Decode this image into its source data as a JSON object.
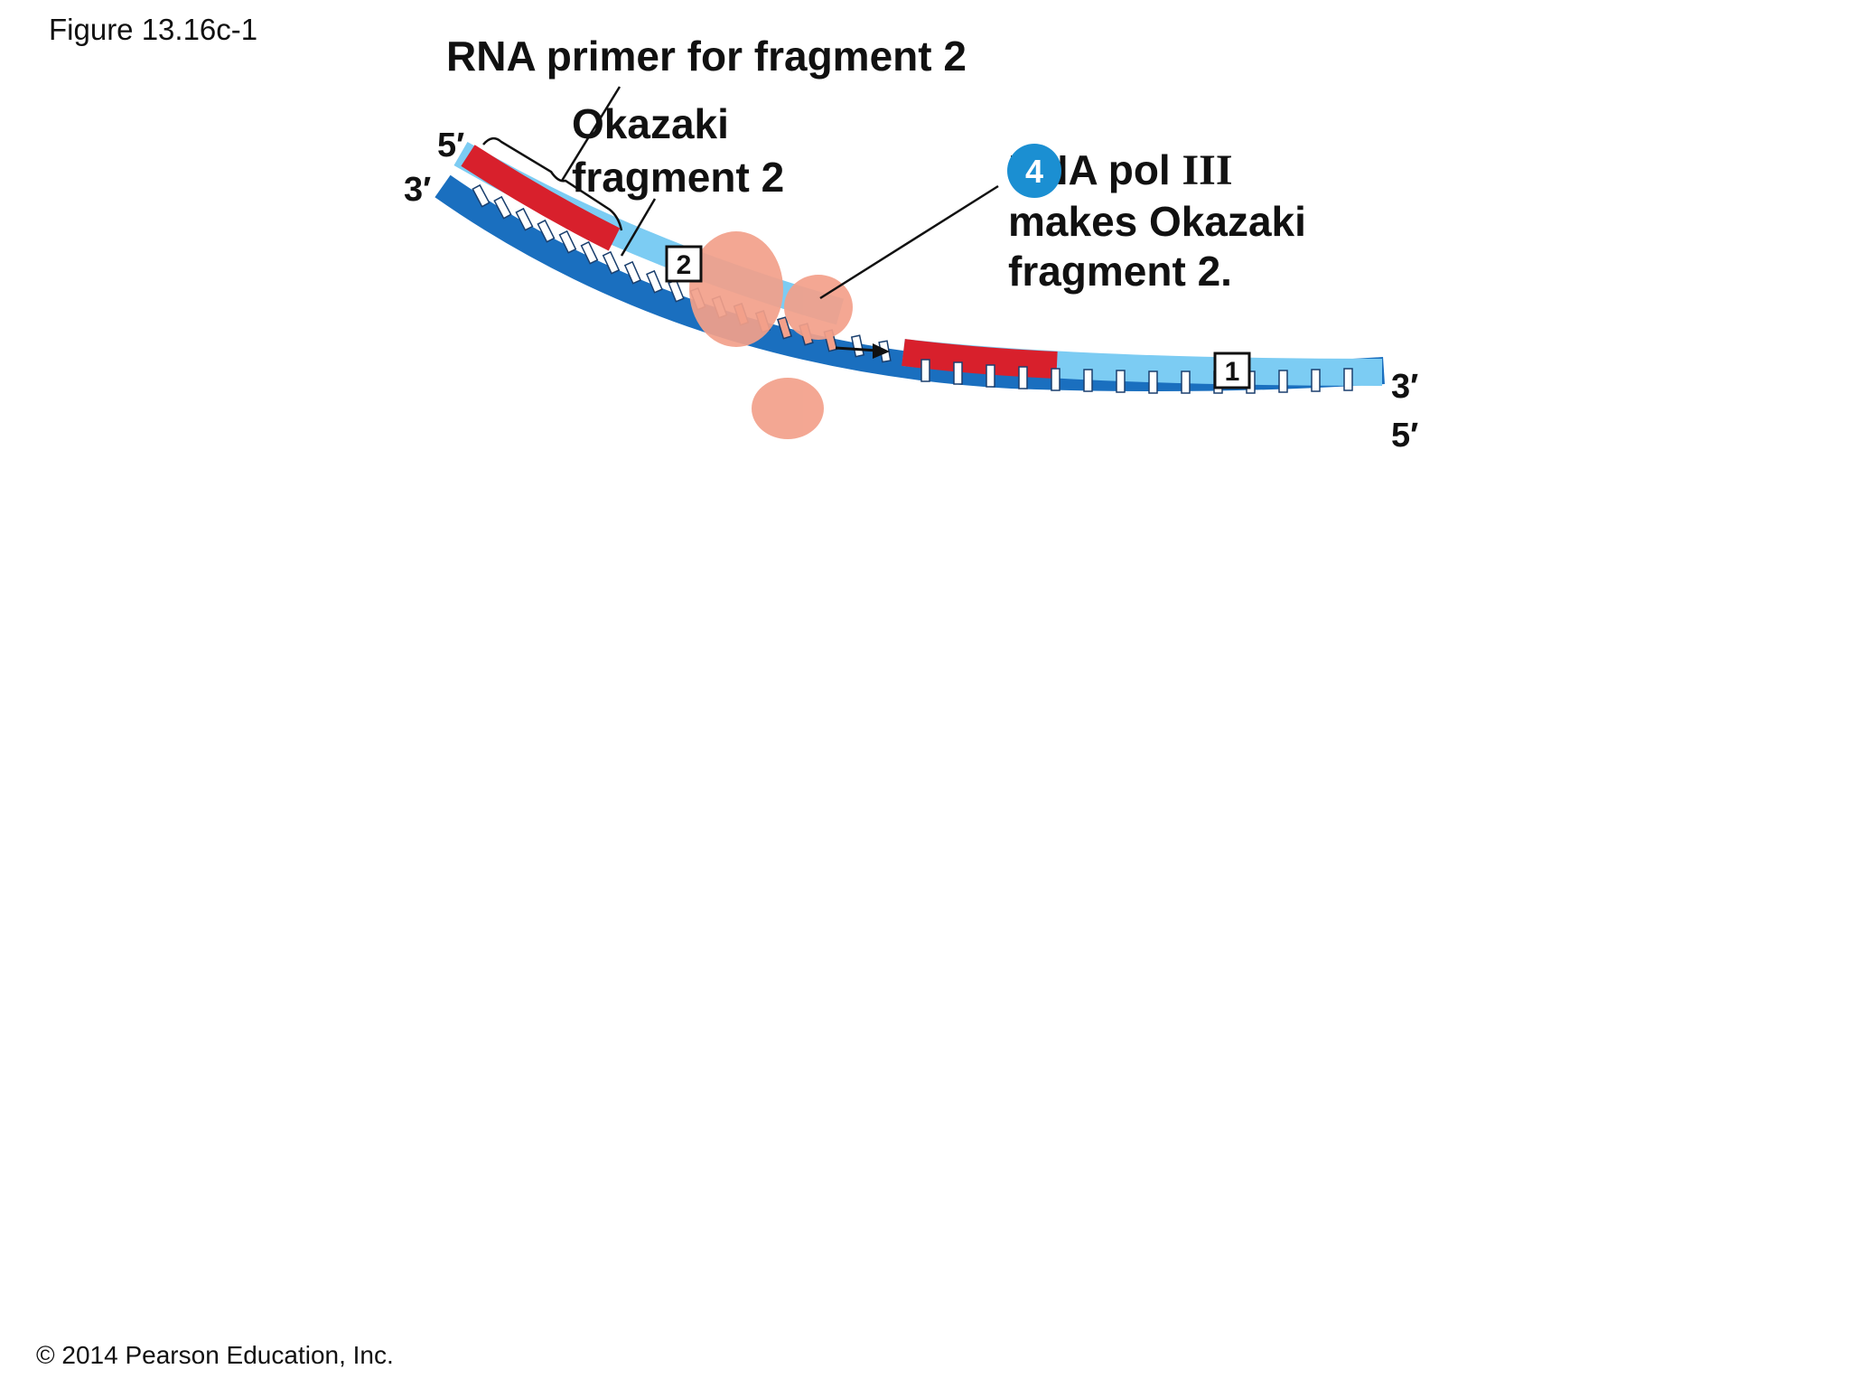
{
  "figure_title": "Figure 13.16c-1",
  "copyright": "© 2014 Pearson Education, Inc.",
  "labels": {
    "rna_primer": "RNA primer for fragment 2",
    "okazaki_line1": "Okazaki",
    "okazaki_line2": "fragment 2",
    "step_number": "4",
    "step_line1_a": "DNA pol ",
    "step_line1_b": "III",
    "step_line2": "makes Okazaki",
    "step_line3": "fragment 2."
  },
  "ends": {
    "top_left_5": "5′",
    "top_left_3": "3′",
    "right_3": "3′",
    "right_5": "5′"
  },
  "fragment_boxes": {
    "fragment2": "2",
    "fragment1": "1"
  },
  "colors": {
    "template_strand": "#1a6fbf",
    "new_strand": "#7cccf3",
    "rna_primer": "#d8202c",
    "polymerase": "#f3a08a",
    "step_badge": "#1b8fd2"
  }
}
